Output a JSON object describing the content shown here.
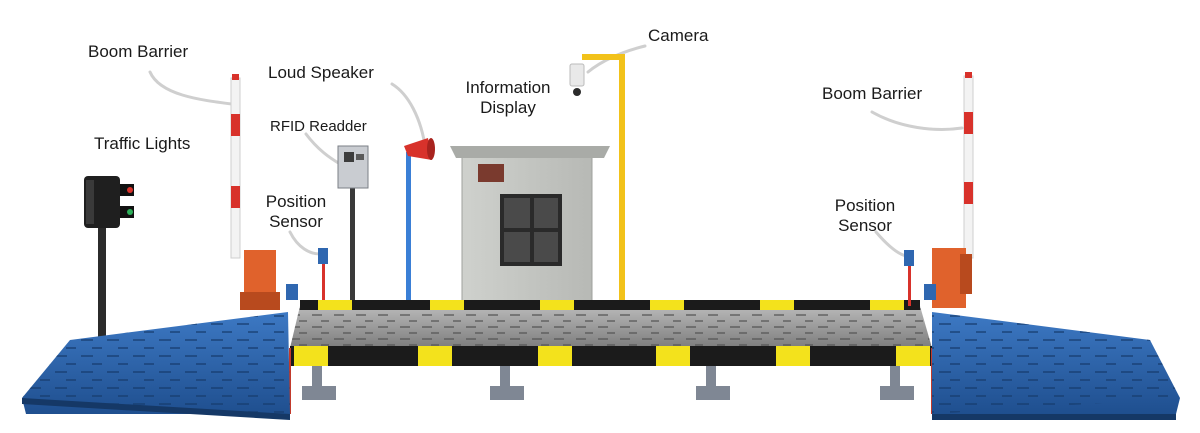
{
  "labels": {
    "boom_barrier_left": "Boom Barrier",
    "loud_speaker": "Loud Speaker",
    "camera": "Camera",
    "information_display": [
      "Information",
      "Display"
    ],
    "boom_barrier_right": "Boom Barrier",
    "rfid_reader": "RFID Readder",
    "traffic_lights": "Traffic Lights",
    "position_sensor_left": [
      "Position",
      "Sensor"
    ],
    "position_sensor_right": [
      "Position",
      "Sensor"
    ]
  },
  "colors": {
    "ramp_blue": "#2f67b0",
    "ramp_dark": "#1d4a86",
    "hazard_yellow": "#f3e21c",
    "hazard_black": "#1b1b1b",
    "platform_grey": "#9a9a9a",
    "booth_grey": "#c8cac6",
    "barrier_orange": "#e0622c",
    "camera_pole_yellow": "#f2c21a",
    "speaker_red": "#d8322b",
    "pipe_blue": "#3a7fd6"
  }
}
